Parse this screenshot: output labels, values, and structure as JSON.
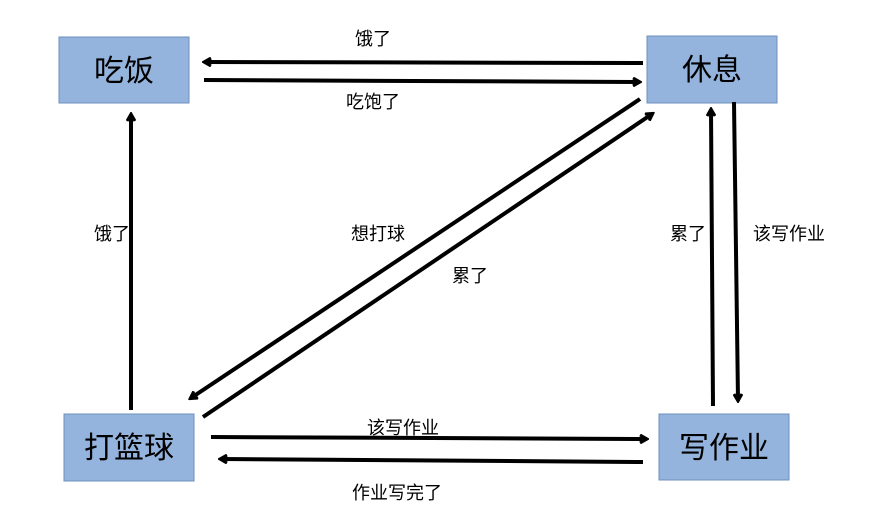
{
  "states": {
    "eat": "吃饭",
    "rest": "休息",
    "basketball": "打篮球",
    "homework": "写作业"
  },
  "transitions": [
    {
      "id": "rest-to-eat",
      "label": "饿了"
    },
    {
      "id": "eat-to-rest",
      "label": "吃饱了"
    },
    {
      "id": "basketball-to-eat",
      "label": "饿了"
    },
    {
      "id": "rest-to-basketball",
      "label": "想打球"
    },
    {
      "id": "basketball-to-rest",
      "label": "累了"
    },
    {
      "id": "homework-to-rest",
      "label": "累了"
    },
    {
      "id": "rest-to-homework",
      "label": "该写作业"
    },
    {
      "id": "basketball-to-homework",
      "label": "该写作业"
    },
    {
      "id": "homework-to-basketball",
      "label": "作业写完了"
    }
  ],
  "colors": {
    "box_fill": "#94b4dd",
    "box_border": "#6f8fbf",
    "edge": "#000000"
  }
}
